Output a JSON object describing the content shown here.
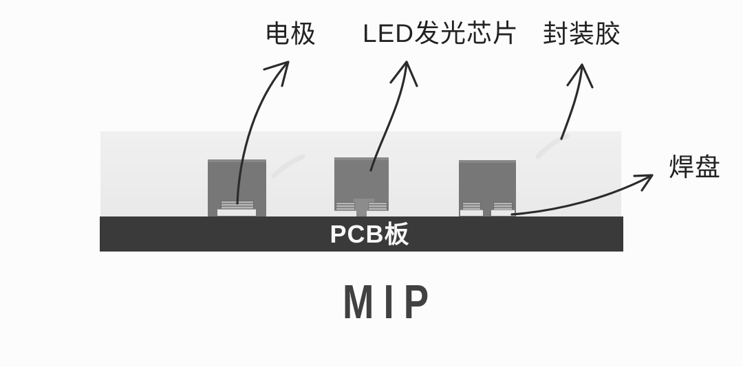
{
  "diagram": {
    "caption": "MIP",
    "pcb_label": "PCB板",
    "callouts": {
      "electrode": "电极",
      "led_chip": "LED发光芯片",
      "encapsulant": "封装胶",
      "solder_pad": "焊盘"
    },
    "colors": {
      "background": "#fcfcfc",
      "encapsulant_fill": "#ededed",
      "pcb_fill": "#3a3a3a",
      "chip_fill": "#777777",
      "pad_bump_fill": "#9f9f9f",
      "pad_base_fill": "#e9e9e9",
      "arrow_stroke": "#2b2b2b",
      "label_text": "#222222",
      "pcb_text": "#f7f7f7",
      "caption_text": "#414141"
    }
  }
}
